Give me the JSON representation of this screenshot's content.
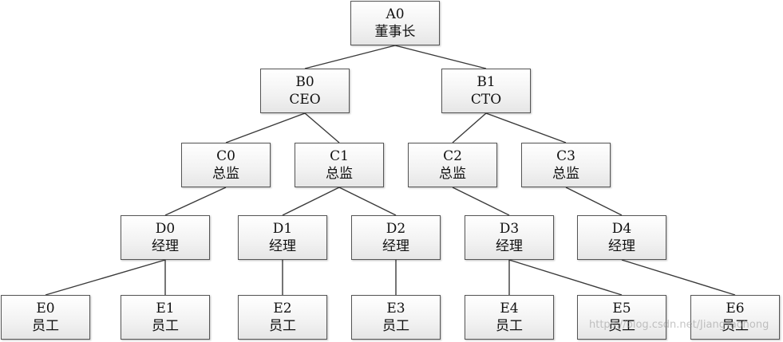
{
  "nodes": [
    {
      "key": "A0",
      "id": "A0",
      "role": "董事长"
    },
    {
      "key": "B0",
      "id": "B0",
      "role": "CEO"
    },
    {
      "key": "B1",
      "id": "B1",
      "role": "CTO"
    },
    {
      "key": "C0",
      "id": "C0",
      "role": "总监"
    },
    {
      "key": "C1",
      "id": "C1",
      "role": "总监"
    },
    {
      "key": "C2",
      "id": "C2",
      "role": "总监"
    },
    {
      "key": "C3",
      "id": "C3",
      "role": "总监"
    },
    {
      "key": "D0",
      "id": "D0",
      "role": "经理"
    },
    {
      "key": "D1",
      "id": "D1",
      "role": "经理"
    },
    {
      "key": "D2",
      "id": "D2",
      "role": "经理"
    },
    {
      "key": "D3",
      "id": "D3",
      "role": "经理"
    },
    {
      "key": "D4",
      "id": "D4",
      "role": "经理"
    },
    {
      "key": "E0",
      "id": "E0",
      "role": "员工"
    },
    {
      "key": "E1",
      "id": "E1",
      "role": "员工"
    },
    {
      "key": "E2",
      "id": "E2",
      "role": "员工"
    },
    {
      "key": "E3",
      "id": "E3",
      "role": "员工"
    },
    {
      "key": "E4",
      "id": "E4",
      "role": "员工"
    },
    {
      "key": "E5",
      "id": "E5",
      "role": "员工"
    },
    {
      "key": "E6",
      "id": "E6",
      "role": "员工"
    }
  ],
  "edges": [
    [
      "A0",
      "B0"
    ],
    [
      "A0",
      "B1"
    ],
    [
      "B0",
      "C0"
    ],
    [
      "B0",
      "C1"
    ],
    [
      "B1",
      "C2"
    ],
    [
      "B1",
      "C3"
    ],
    [
      "C0",
      "D0"
    ],
    [
      "C1",
      "D1"
    ],
    [
      "C1",
      "D2"
    ],
    [
      "C2",
      "D3"
    ],
    [
      "C3",
      "D4"
    ],
    [
      "D0",
      "E0"
    ],
    [
      "D0",
      "E1"
    ],
    [
      "D1",
      "E2"
    ],
    [
      "D2",
      "E3"
    ],
    [
      "D3",
      "E4"
    ],
    [
      "D3",
      "E5"
    ],
    [
      "D4",
      "E6"
    ]
  ],
  "watermark": "https://blog.csdn.net/JiangTaohong"
}
